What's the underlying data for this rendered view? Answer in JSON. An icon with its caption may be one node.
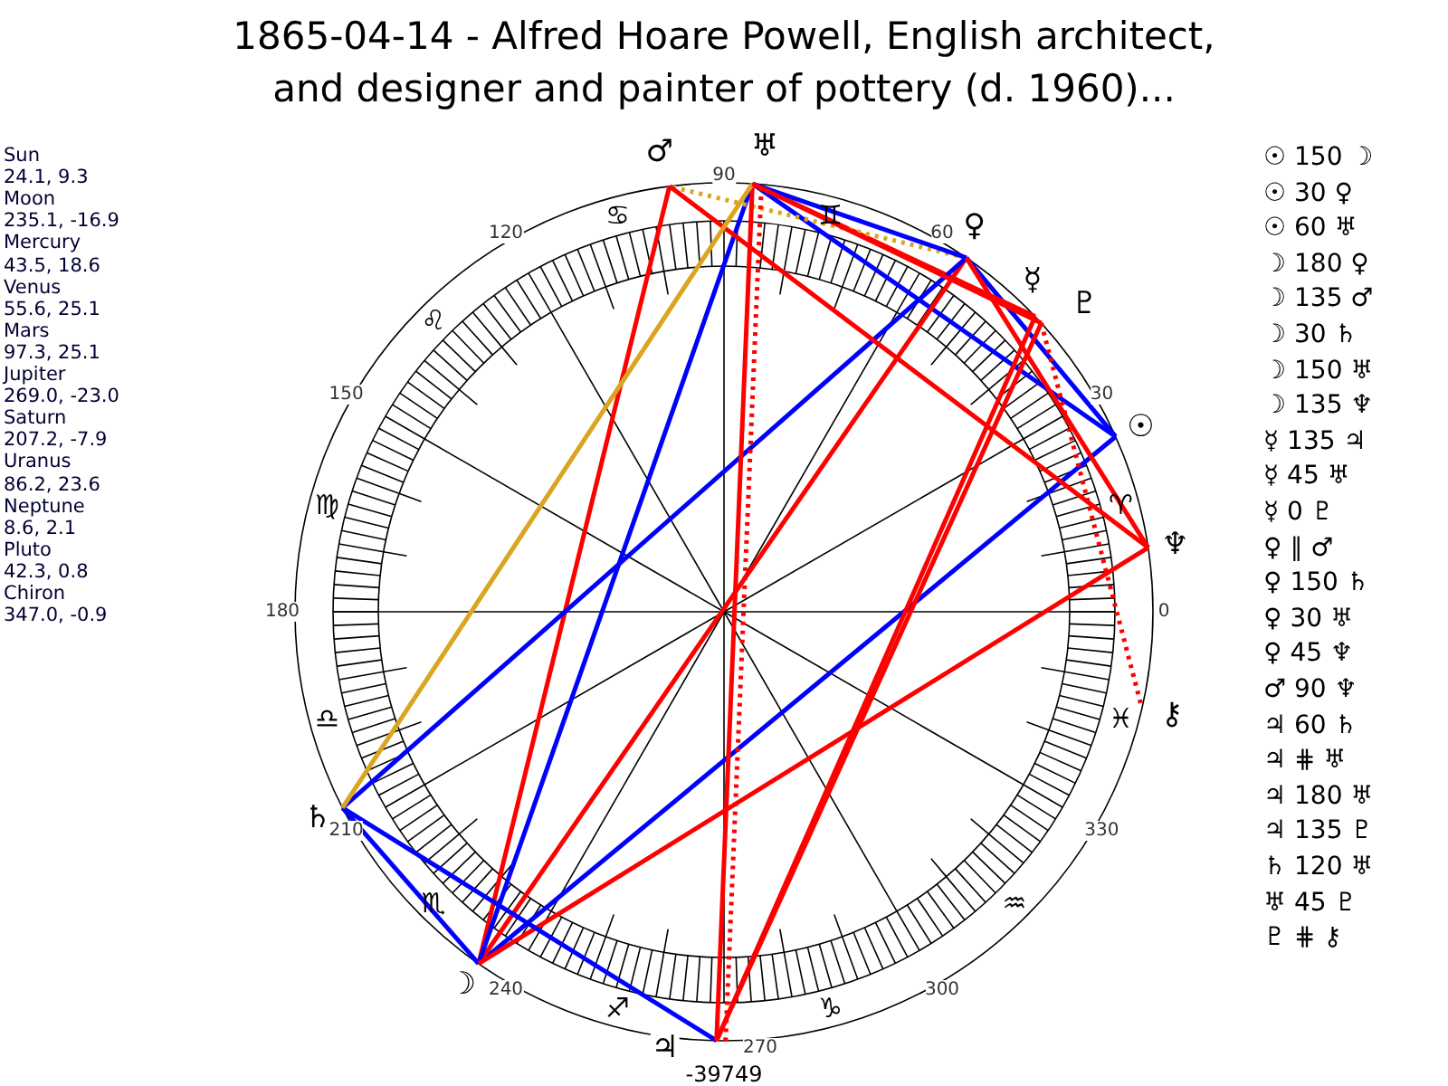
{
  "diagram": {
    "title": "1865-04-14 - Alfred Hoare Powell, English architect, and designer and painter of pottery (d. 1960)...",
    "nodes": [
      {
        "text": [
          "☉"
        ]
      },
      {
        "text": [
          "☽"
        ]
      },
      {
        "text": [
          "☿"
        ]
      },
      {
        "text": [
          "♀"
        ]
      },
      {
        "text": [
          "♂"
        ]
      },
      {
        "text": [
          "♃"
        ]
      },
      {
        "text": [
          "♄"
        ]
      },
      {
        "text": [
          "♅"
        ]
      },
      {
        "text": [
          "♆"
        ]
      },
      {
        "text": [
          "♇"
        ]
      },
      {
        "text": [
          "⚷"
        ]
      }
    ],
    "edges": [
      {
        "from": 0,
        "to": 1,
        "arrow": "none",
        "color": "#0000ff"
      },
      {
        "from": 0,
        "to": 3,
        "arrow": "none",
        "color": "#0000ff"
      },
      {
        "from": 0,
        "to": 7,
        "arrow": "none",
        "color": "#0000ff"
      },
      {
        "from": 1,
        "to": 3,
        "arrow": "none"
      },
      {
        "from": 1,
        "to": 4,
        "arrow": "none"
      },
      {
        "from": 1,
        "to": 6,
        "arrow": "none",
        "color": "#0000ff"
      },
      {
        "from": 1,
        "to": 7,
        "arrow": "none",
        "color": "#0000ff"
      },
      {
        "from": 1,
        "to": 8,
        "arrow": "none"
      },
      {
        "from": 2,
        "to": 5,
        "arrow": "none"
      },
      {
        "from": 2,
        "to": 7,
        "arrow": "none"
      },
      {
        "from": 3,
        "to": 4,
        "arrow": "none",
        "style": "dashed",
        "color": "#daa520"
      },
      {
        "from": 3,
        "to": 6,
        "arrow": "none",
        "color": "#0000ff"
      },
      {
        "from": 3,
        "to": 7,
        "arrow": "none",
        "color": "#0000ff"
      },
      {
        "from": 3,
        "to": 8,
        "arrow": "none"
      },
      {
        "from": 4,
        "to": 8,
        "arrow": "none"
      },
      {
        "from": 5,
        "to": 6,
        "arrow": "none",
        "color": "#0000ff"
      },
      {
        "from": 5,
        "to": 7,
        "arrow": "none",
        "style": "dashed"
      },
      {
        "from": 5,
        "to": 7,
        "arrow": "none"
      },
      {
        "from": 5,
        "to": 9,
        "arrow": "none"
      },
      {
        "from": 6,
        "to": 7,
        "arrow": "none",
        "color": "#daa520"
      },
      {
        "from": 7,
        "to": 9,
        "arrow": "none"
      },
      {
        "from": 9,
        "to": 10,
        "arrow": "none",
        "style": "dashed"
      }
    ],
    "labels": [
      "Sun",
      "24.1, 9.3",
      "Moon",
      "235.1, -16.9",
      "Mercury",
      "43.5, 18.6",
      "Venus",
      "55.6, 25.1",
      "Mars",
      "97.3, 25.1",
      "Jupiter",
      "269.0, -23.0",
      "Saturn",
      "207.2, -7.9",
      "Uranus",
      "86.2, 23.6",
      "Neptune",
      "8.6, 2.1",
      "Pluto",
      "42.3, 0.8",
      "Chiron",
      "347.0, -0.9",
      "☉ 150 ☽",
      "☉ 30 ♀",
      "☉ 60 ♅",
      "☽ 180 ♀",
      "☽ 135 ♂",
      "☽ 30 ♄",
      "☽ 150 ♅",
      "☽ 135 ♆",
      "☿ 135 ♃",
      "☿ 45 ♅",
      "☿ 0 ♇",
      "♀ ∥ ♂",
      "♀ 150 ♄",
      "♀ 30 ♅",
      "♀ 45 ♆",
      "♂ 90 ♆",
      "♃ 60 ♄",
      "♃ ⋕ ♅",
      "♃ 180 ♅",
      "♃ 135 ♇",
      "♄ 120 ♅",
      "♅ 45 ♇",
      "♇ ⋕ ⚷",
      "90",
      "120",
      "150",
      "180",
      "210",
      "240",
      "270",
      "300",
      "330",
      "0",
      "30",
      "60",
      "♈",
      "♊",
      "♋",
      "♌",
      "♍",
      "♎",
      "♏",
      "♐",
      "♑",
      "♒",
      "♓",
      "-39749"
    ]
  }
}
